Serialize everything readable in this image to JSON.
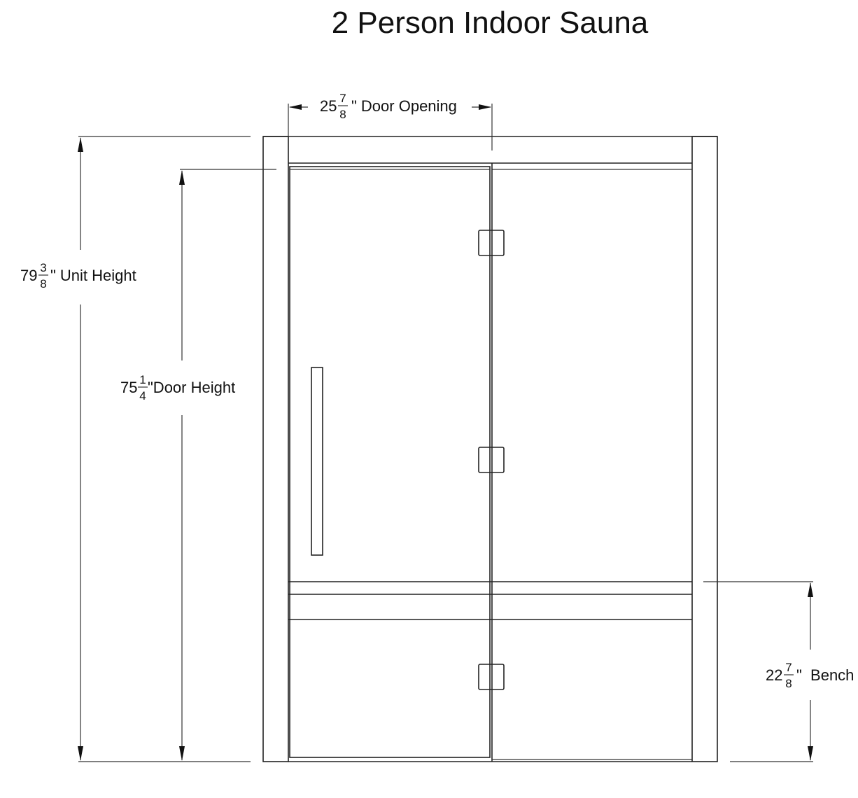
{
  "title": "2 Person Indoor Sauna",
  "dimensions": {
    "door_opening": {
      "whole": "25",
      "num": "7",
      "den": "8",
      "label": "\" Door Opening"
    },
    "unit_height": {
      "whole": "79",
      "num": "3",
      "den": "8",
      "label": "\" Unit Height"
    },
    "door_height": {
      "whole": "75",
      "num": "1",
      "den": "4",
      "label": "\"Door Height"
    },
    "bench": {
      "whole": "22",
      "num": "7",
      "den": "8",
      "label": "\"  Bench"
    }
  },
  "colors": {
    "line": "#222222",
    "background": "#ffffff"
  }
}
